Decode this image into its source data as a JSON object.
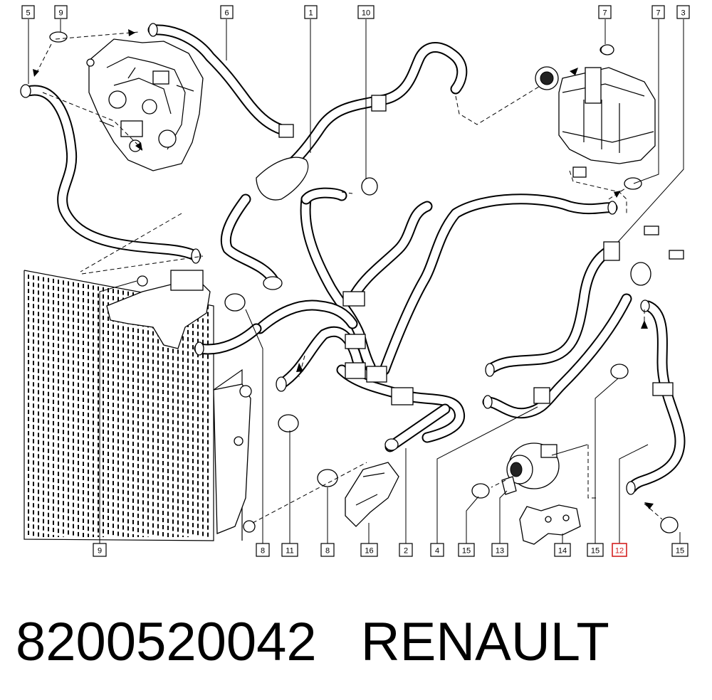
{
  "caption": {
    "part_number": "8200520042",
    "brand": "RENAULT"
  },
  "callouts": {
    "top": [
      "5",
      "9",
      "6",
      "1",
      "10",
      "7",
      "7",
      "3"
    ],
    "bottom": [
      "9",
      "8",
      "11",
      "8",
      "16",
      "2",
      "4",
      "15",
      "13",
      "14",
      "15",
      "12",
      "15"
    ]
  },
  "highlighted_callout": "12",
  "colors": {
    "line": "#000000",
    "background": "#ffffff",
    "highlight": "#d42020"
  }
}
